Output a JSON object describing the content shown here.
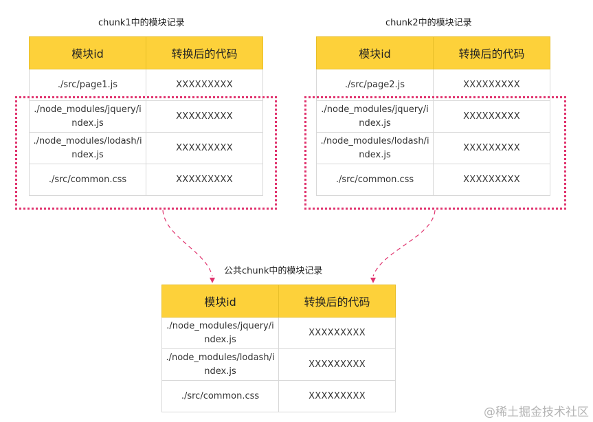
{
  "header": {
    "col_id": "模块id",
    "col_code": "转换后的代码"
  },
  "chunk1": {
    "title": "chunk1中的模块记录",
    "rows": [
      {
        "id": "./src/page1.js",
        "code": "XXXXXXXXX"
      },
      {
        "id": "./node_modules/jquery/index.js",
        "code": "XXXXXXXXX"
      },
      {
        "id": "./node_modules/lodash/index.js",
        "code": "XXXXXXXXX"
      },
      {
        "id": "./src/common.css",
        "code": "XXXXXXXXX"
      }
    ]
  },
  "chunk2": {
    "title": "chunk2中的模块记录",
    "rows": [
      {
        "id": "./src/page2.js",
        "code": "XXXXXXXXX"
      },
      {
        "id": "./node_modules/jquery/index.js",
        "code": "XXXXXXXXX"
      },
      {
        "id": "./node_modules/lodash/index.js",
        "code": "XXXXXXXXX"
      },
      {
        "id": "./src/common.css",
        "code": "XXXXXXXXX"
      }
    ]
  },
  "common": {
    "title": "公共chunk中的模块记录",
    "rows": [
      {
        "id": "./node_modules/jquery/index.js",
        "code": "XXXXXXXXX"
      },
      {
        "id": "./node_modules/lodash/index.js",
        "code": "XXXXXXXXX"
      },
      {
        "id": "./src/common.css",
        "code": "XXXXXXXXX"
      }
    ]
  },
  "colors": {
    "header_bg": "#fdd13a",
    "highlight": "#e0336e"
  },
  "watermark": "@稀土掘金技术社区"
}
